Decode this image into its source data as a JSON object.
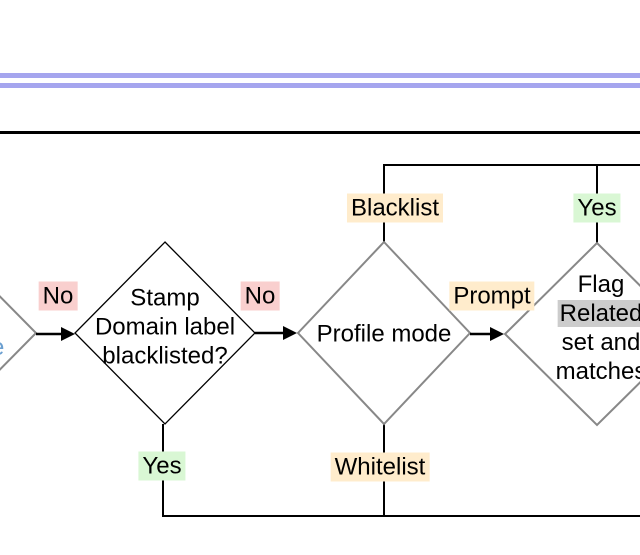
{
  "colors": {
    "divider_purple": "#a5a5ee",
    "rule_black": "#000000",
    "edge_gray": "#888888",
    "node_stroke_black": "#000000",
    "connector_black": "#000000",
    "label_no_bg": "#f9cfce",
    "label_yes_bg": "#d9f7d4",
    "label_option_bg": "#ffeccc",
    "highlight_gray_bg": "#cccccc",
    "text_color": "#000000",
    "fragment_blue": "#6b9fd0",
    "node_fill": "#ffffff"
  },
  "flowchart": {
    "nodes": {
      "stamp": {
        "lines": [
          "Stamp",
          "Domain label",
          "blacklisted?"
        ]
      },
      "profile": {
        "lines": [
          "Profile mode"
        ]
      },
      "flag": {
        "lines": [
          "Flag",
          "Related",
          "set and",
          "matches"
        ],
        "highlighted_word": "Related"
      },
      "left_partial_fragment": "e"
    },
    "edge_labels": {
      "no_1": "No",
      "no_2": "No",
      "blacklist": "Blacklist",
      "yes_top": "Yes",
      "prompt": "Prompt",
      "whitelist": "Whitelist",
      "yes_bottom": "Yes"
    }
  }
}
